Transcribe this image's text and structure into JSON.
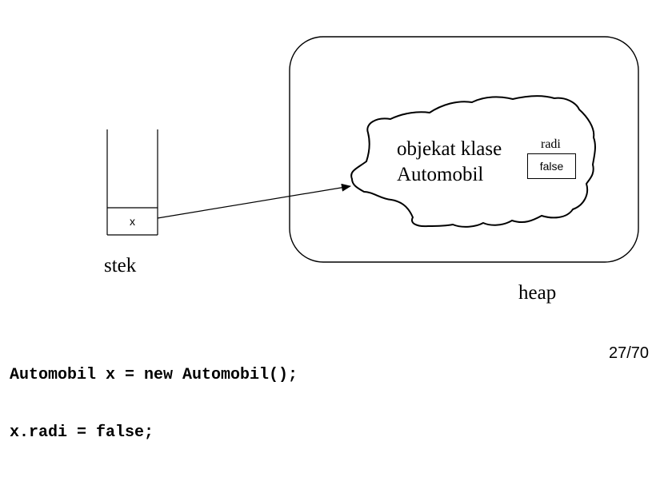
{
  "stack": {
    "label": "stek",
    "variable": "x"
  },
  "heap": {
    "label": "heap",
    "object": {
      "title_line1": "objekat klase",
      "title_line2": "Automobil",
      "field_name": "radi",
      "field_value": "false"
    }
  },
  "code": {
    "line1": "Automobil x = new Automobil();",
    "line2": "x.radi = false;"
  },
  "page_number": "27/70"
}
